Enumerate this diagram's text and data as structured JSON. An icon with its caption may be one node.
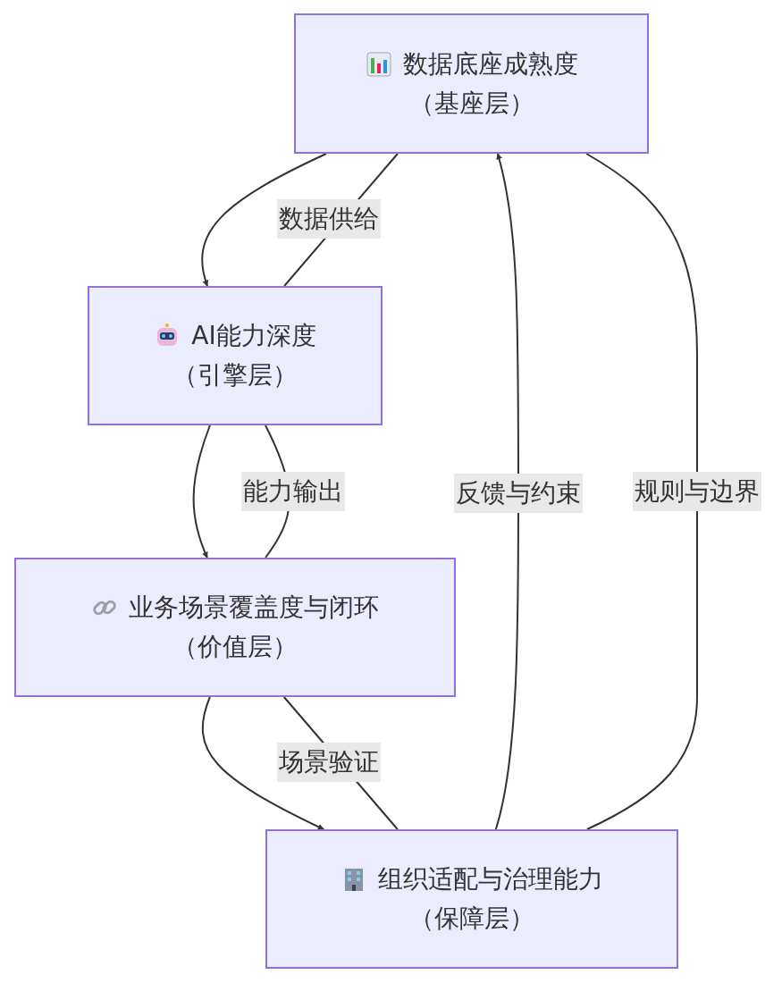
{
  "diagram": {
    "nodes": [
      {
        "text": [
          "数据底座成熟度",
          "（基座层）"
        ]
      },
      {
        "text": [
          "AI能力深度",
          "（引擎层）"
        ]
      },
      {
        "text": [
          "业务场景覆盖度与闭环",
          "（价值层）"
        ]
      },
      {
        "text": [
          "组织适配与治理能力",
          "（保障层）"
        ]
      }
    ],
    "edges": [
      {
        "from": 0,
        "to": 1,
        "arrow": "to"
      },
      {
        "from": 0,
        "to": 1,
        "arrow": "none",
        "label": "数据供给"
      },
      {
        "from": 1,
        "to": 2,
        "arrow": "to"
      },
      {
        "from": 1,
        "to": 2,
        "arrow": "none",
        "label": "能力输出"
      },
      {
        "from": 2,
        "to": 3,
        "arrow": "to"
      },
      {
        "from": 2,
        "to": 3,
        "arrow": "none",
        "label": "场景验证"
      },
      {
        "from": 3,
        "to": 0,
        "arrow": "to",
        "label": "反馈与约束"
      },
      {
        "from": 0,
        "to": 3,
        "arrow": "none",
        "label": "规则与边界"
      }
    ]
  }
}
